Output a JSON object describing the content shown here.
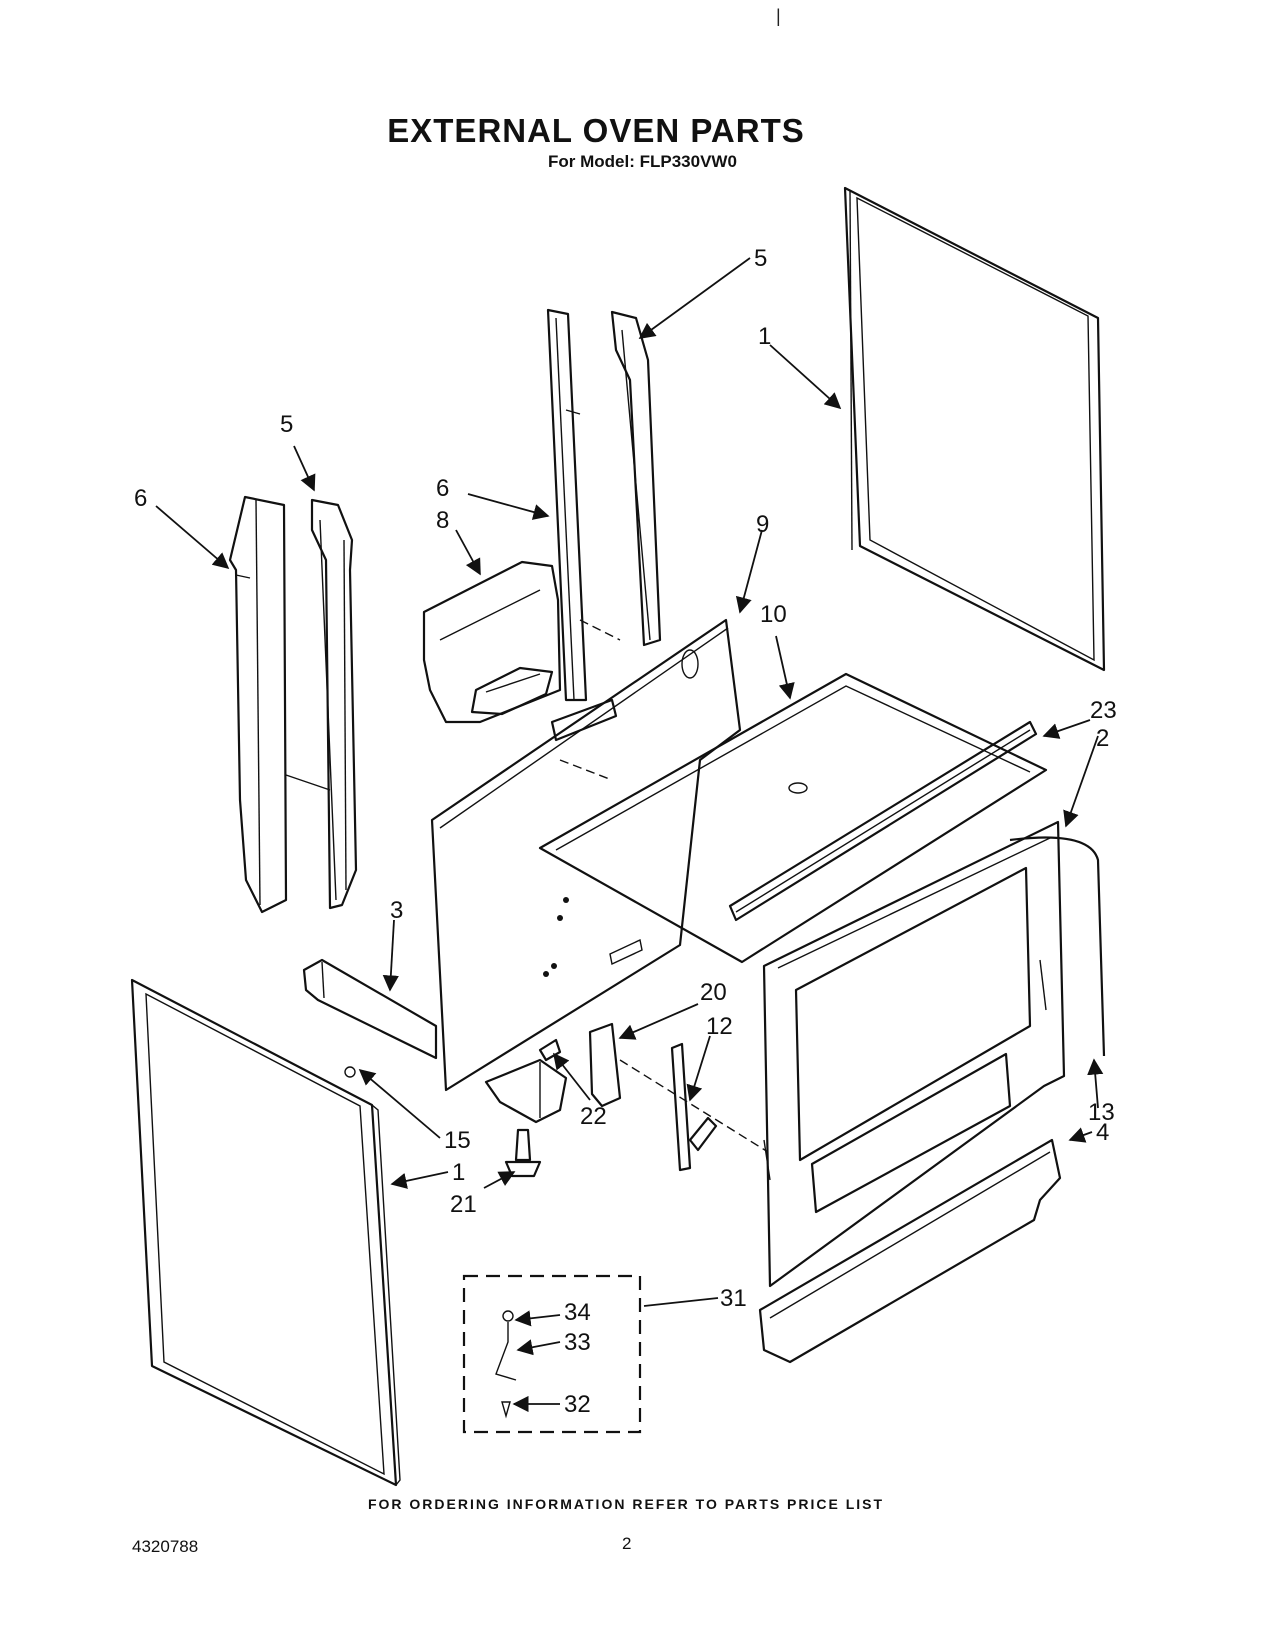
{
  "title": "EXTERNAL OVEN PARTS",
  "subtitle": "For Model: FLP330VW0",
  "callouts": [
    "1",
    "1",
    "2",
    "3",
    "4",
    "5",
    "5",
    "6",
    "6",
    "8",
    "9",
    "10",
    "12",
    "13",
    "15",
    "20",
    "21",
    "22",
    "23",
    "31",
    "32",
    "33",
    "34"
  ],
  "footer_note": "FOR ORDERING INFORMATION REFER TO PARTS PRICE LIST",
  "doc_number": "4320788",
  "page_number": "2"
}
